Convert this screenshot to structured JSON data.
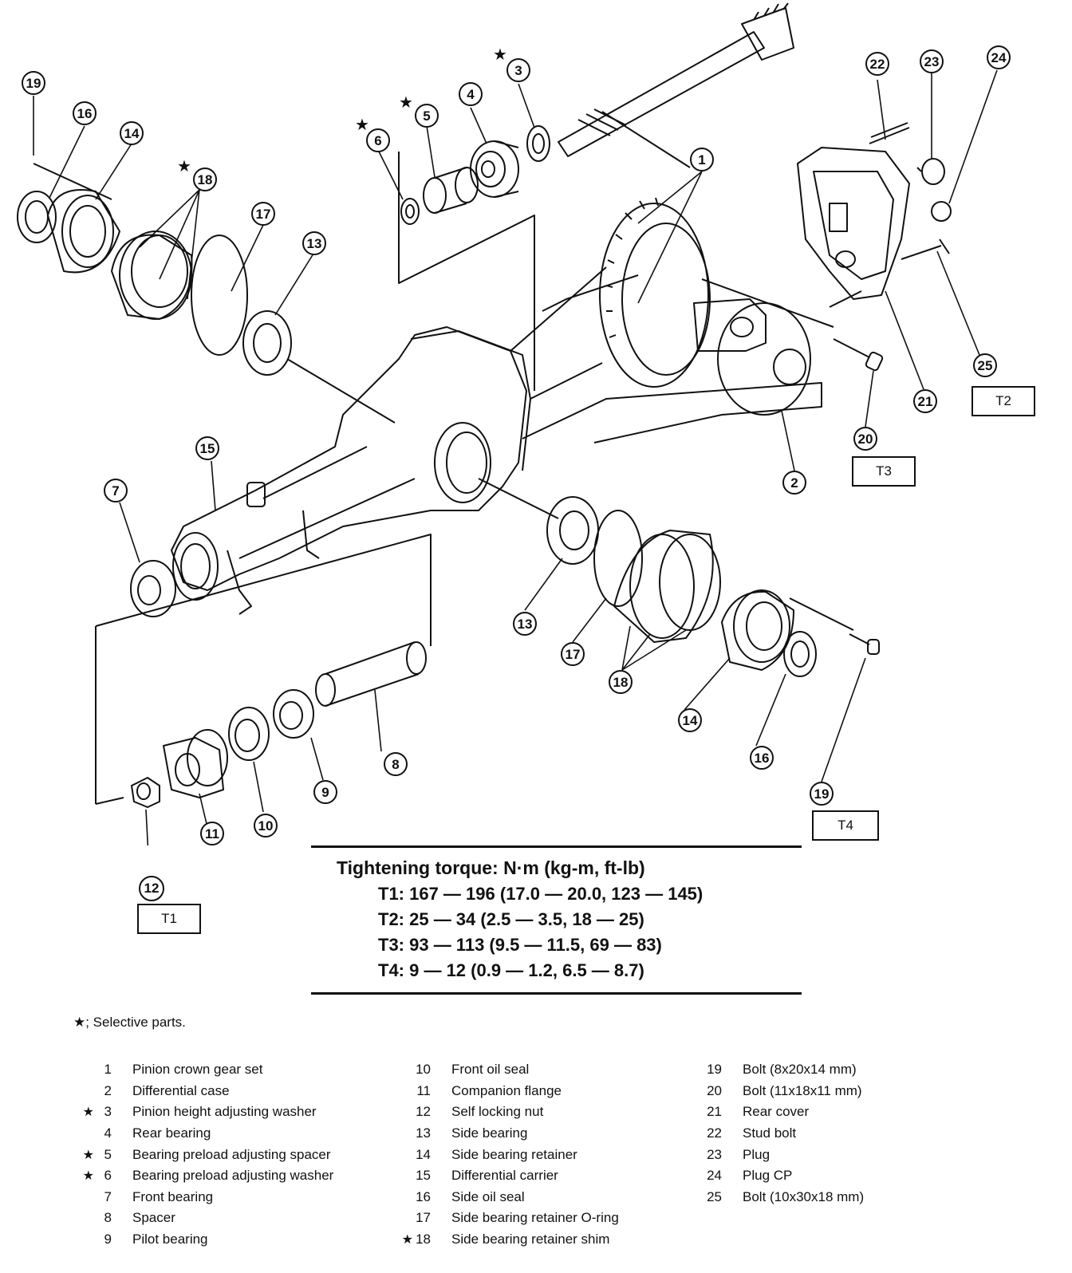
{
  "callouts": {
    "c1": "1",
    "c2": "2",
    "c3": "3",
    "c4": "4",
    "c5": "5",
    "c6": "6",
    "c7": "7",
    "c8": "8",
    "c9": "9",
    "c10": "10",
    "c11": "11",
    "c12": "12",
    "c13a": "13",
    "c13b": "13",
    "c14a": "14",
    "c14b": "14",
    "c15": "15",
    "c16a": "16",
    "c16b": "16",
    "c17a": "17",
    "c17b": "17",
    "c18a": "18",
    "c18b": "18",
    "c19a": "19",
    "c19b": "19",
    "c20": "20",
    "c21": "21",
    "c22": "22",
    "c23": "23",
    "c24": "24",
    "c25": "25"
  },
  "star_symbol": "★",
  "torque_boxes": {
    "t1": "T1",
    "t2": "T2",
    "t3": "T3",
    "t4": "T4"
  },
  "torque_table": {
    "title": "Tightening torque:  N·m (kg-m, ft-lb)",
    "rows": [
      "T1:  167 — 196 (17.0 — 20.0, 123 — 145)",
      "T2:  25 — 34 (2.5 — 3.5, 18 — 25)",
      "T3:  93 — 113 (9.5 — 11.5, 69 — 83)",
      "T4:  9 — 12 (0.9 — 1.2, 6.5 — 8.7)"
    ]
  },
  "selective_note": "★; Selective parts.",
  "parts": {
    "col1": [
      {
        "num": "1",
        "star": "",
        "name": "Pinion crown gear set"
      },
      {
        "num": "2",
        "star": "",
        "name": "Differential case"
      },
      {
        "num": "3",
        "star": "★",
        "name": "Pinion height adjusting washer"
      },
      {
        "num": "4",
        "star": "",
        "name": "Rear bearing"
      },
      {
        "num": "5",
        "star": "★",
        "name": "Bearing preload adjusting spacer"
      },
      {
        "num": "6",
        "star": "★",
        "name": "Bearing preload adjusting washer"
      },
      {
        "num": "7",
        "star": "",
        "name": "Front bearing"
      },
      {
        "num": "8",
        "star": "",
        "name": "Spacer"
      },
      {
        "num": "9",
        "star": "",
        "name": "Pilot bearing"
      }
    ],
    "col2": [
      {
        "num": "10",
        "star": "",
        "name": "Front oil seal"
      },
      {
        "num": "11",
        "star": "",
        "name": "Companion flange"
      },
      {
        "num": "12",
        "star": "",
        "name": "Self locking nut"
      },
      {
        "num": "13",
        "star": "",
        "name": "Side bearing"
      },
      {
        "num": "14",
        "star": "",
        "name": "Side bearing retainer"
      },
      {
        "num": "15",
        "star": "",
        "name": "Differential carrier"
      },
      {
        "num": "16",
        "star": "",
        "name": "Side oil seal"
      },
      {
        "num": "17",
        "star": "",
        "name": "Side bearing retainer O-ring"
      },
      {
        "num": "18",
        "star": "★",
        "name": "Side bearing retainer shim"
      }
    ],
    "col3": [
      {
        "num": "19",
        "star": "",
        "name": "Bolt (8x20x14 mm)"
      },
      {
        "num": "20",
        "star": "",
        "name": "Bolt (11x18x11 mm)"
      },
      {
        "num": "21",
        "star": "",
        "name": "Rear cover"
      },
      {
        "num": "22",
        "star": "",
        "name": "Stud bolt"
      },
      {
        "num": "23",
        "star": "",
        "name": "Plug"
      },
      {
        "num": "24",
        "star": "",
        "name": "Plug CP"
      },
      {
        "num": "25",
        "star": "",
        "name": "Bolt (10x30x18 mm)"
      }
    ]
  }
}
